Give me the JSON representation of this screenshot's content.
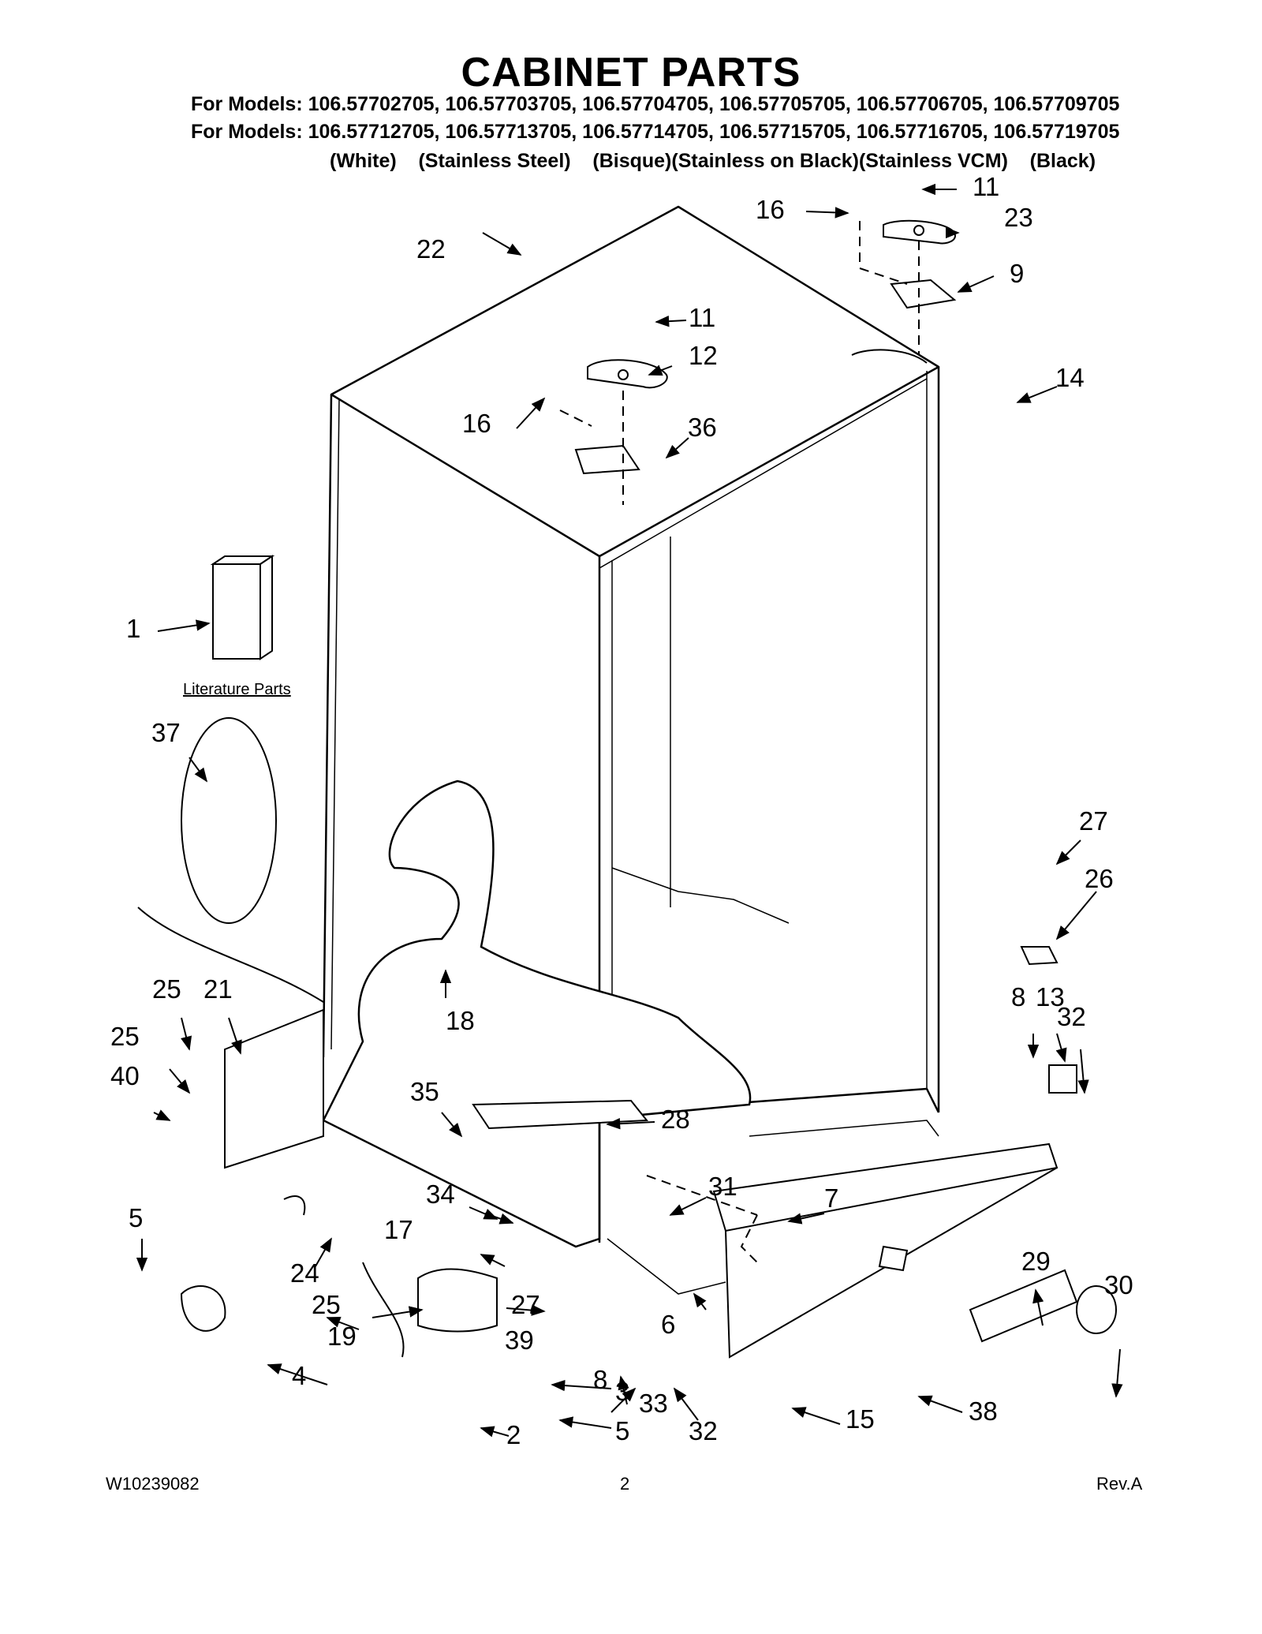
{
  "header": {
    "title": "CABINET PARTS",
    "models_line1": "For Models: 106.57702705, 106.57703705, 106.57704705, 106.57705705, 106.57706705, 106.57709705",
    "models_line2": "For Models: 106.57712705, 106.57713705, 106.57714705, 106.57715705, 106.57716705, 106.57719705",
    "variants": "(White)    (Stainless Steel)    (Bisque)(Stainless on Black)(Stainless VCM)    (Black)"
  },
  "diagram": {
    "literature_label": "Literature Parts",
    "callouts": [
      "1",
      "2",
      "3",
      "4",
      "5",
      "5",
      "6",
      "7",
      "8",
      "8",
      "9",
      "11",
      "11",
      "12",
      "13",
      "14",
      "15",
      "16",
      "16",
      "17",
      "18",
      "19",
      "21",
      "22",
      "23",
      "24",
      "25",
      "25",
      "25",
      "26",
      "27",
      "27",
      "28",
      "29",
      "30",
      "31",
      "32",
      "32",
      "33",
      "34",
      "35",
      "36",
      "37",
      "38",
      "39",
      "40"
    ]
  },
  "footer": {
    "doc_number": "W10239082",
    "page_number": "2",
    "revision": "Rev.A"
  }
}
